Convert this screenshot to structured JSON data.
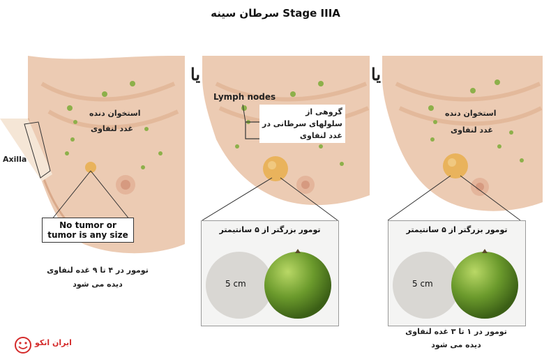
{
  "title": "سرطان سینه Stage IIIA",
  "or_word": "یا",
  "panel1": {
    "rib": "استخوان دنده",
    "nodes": "غدد لنفاوی",
    "axilla": "Axilla",
    "box": [
      "No tumor or",
      "tumor is any size"
    ],
    "caption": [
      "تومور در ۴ تا ۹ غده لنفاوی",
      "دیده می شود"
    ]
  },
  "panel2": {
    "lymph": "Lymph nodes",
    "group": [
      "گروهی از",
      "سلولهای سرطانی در",
      "غدد لنفاوی"
    ],
    "zoom_head": "تومور بزرگتر از ۵ سانتیمتر",
    "cm": "5 cm"
  },
  "panel3": {
    "rib": "استخوان دنده",
    "nodes": "غدد لنفاوی",
    "zoom_head": "تومور بزرگتر از ۵ سانتیمتر",
    "cm": "5 cm",
    "caption": [
      "تومور در ۱ تا ۳ غده لنفاوی",
      "دیده می شود"
    ]
  },
  "logo_text": "ایران انکو",
  "colors": {
    "skin": "#eccbb3",
    "skin_dark": "#d9a98a",
    "tumor": "#e9b35c",
    "lime": "#6b9a2c",
    "node": "#8db04a"
  }
}
